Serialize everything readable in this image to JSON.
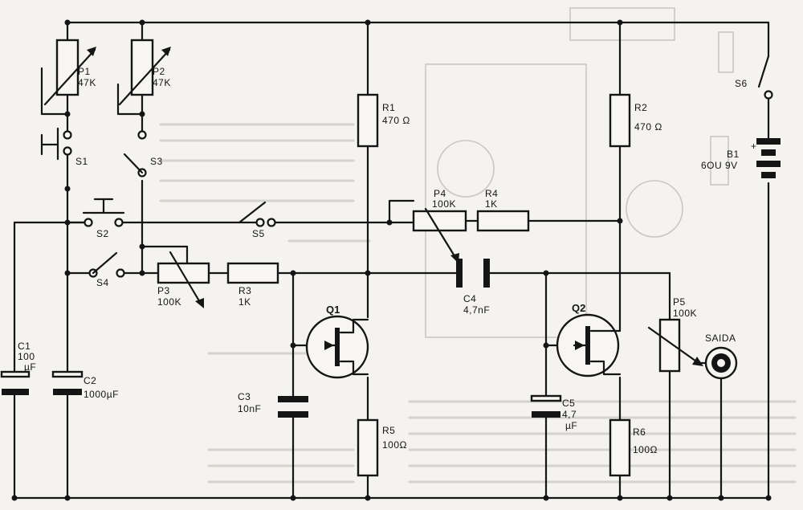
{
  "labels": {
    "P1": "P1",
    "P1v": "47K",
    "P2": "P2",
    "P2v": "47K",
    "R1": "R1",
    "R1v": "470 Ω",
    "R2": "R2",
    "R2v": "470 Ω",
    "S1": "S1",
    "S2": "S2",
    "S3": "S3",
    "S4": "S4",
    "S5": "S5",
    "S6": "S6",
    "B1": "B1",
    "B1v": "6OU 9V",
    "plus": "+",
    "P4": "P4",
    "P4v": "100K",
    "R4": "R4",
    "R4v": "1K",
    "P3": "P3",
    "P3v": "100K",
    "R3": "R3",
    "R3v": "1K",
    "Q1": "Q1",
    "Q2": "Q2",
    "C1": "C1",
    "C1v": "100",
    "C1u": "µF",
    "C2": "C2",
    "C2v": "1000µF",
    "C3": "C3",
    "C3v": "10nF",
    "C4": "C4",
    "C4v": "4,7nF",
    "C5": "C5",
    "C5v": "4,7",
    "C5u": "µF",
    "P5": "P5",
    "P5v": "100K",
    "R5": "R5",
    "R5v": "100Ω",
    "R6": "R6",
    "R6v": "100Ω",
    "saida": "SAIDA"
  },
  "colors": {
    "ink": "#151515",
    "paper": "#f4f3ef"
  }
}
